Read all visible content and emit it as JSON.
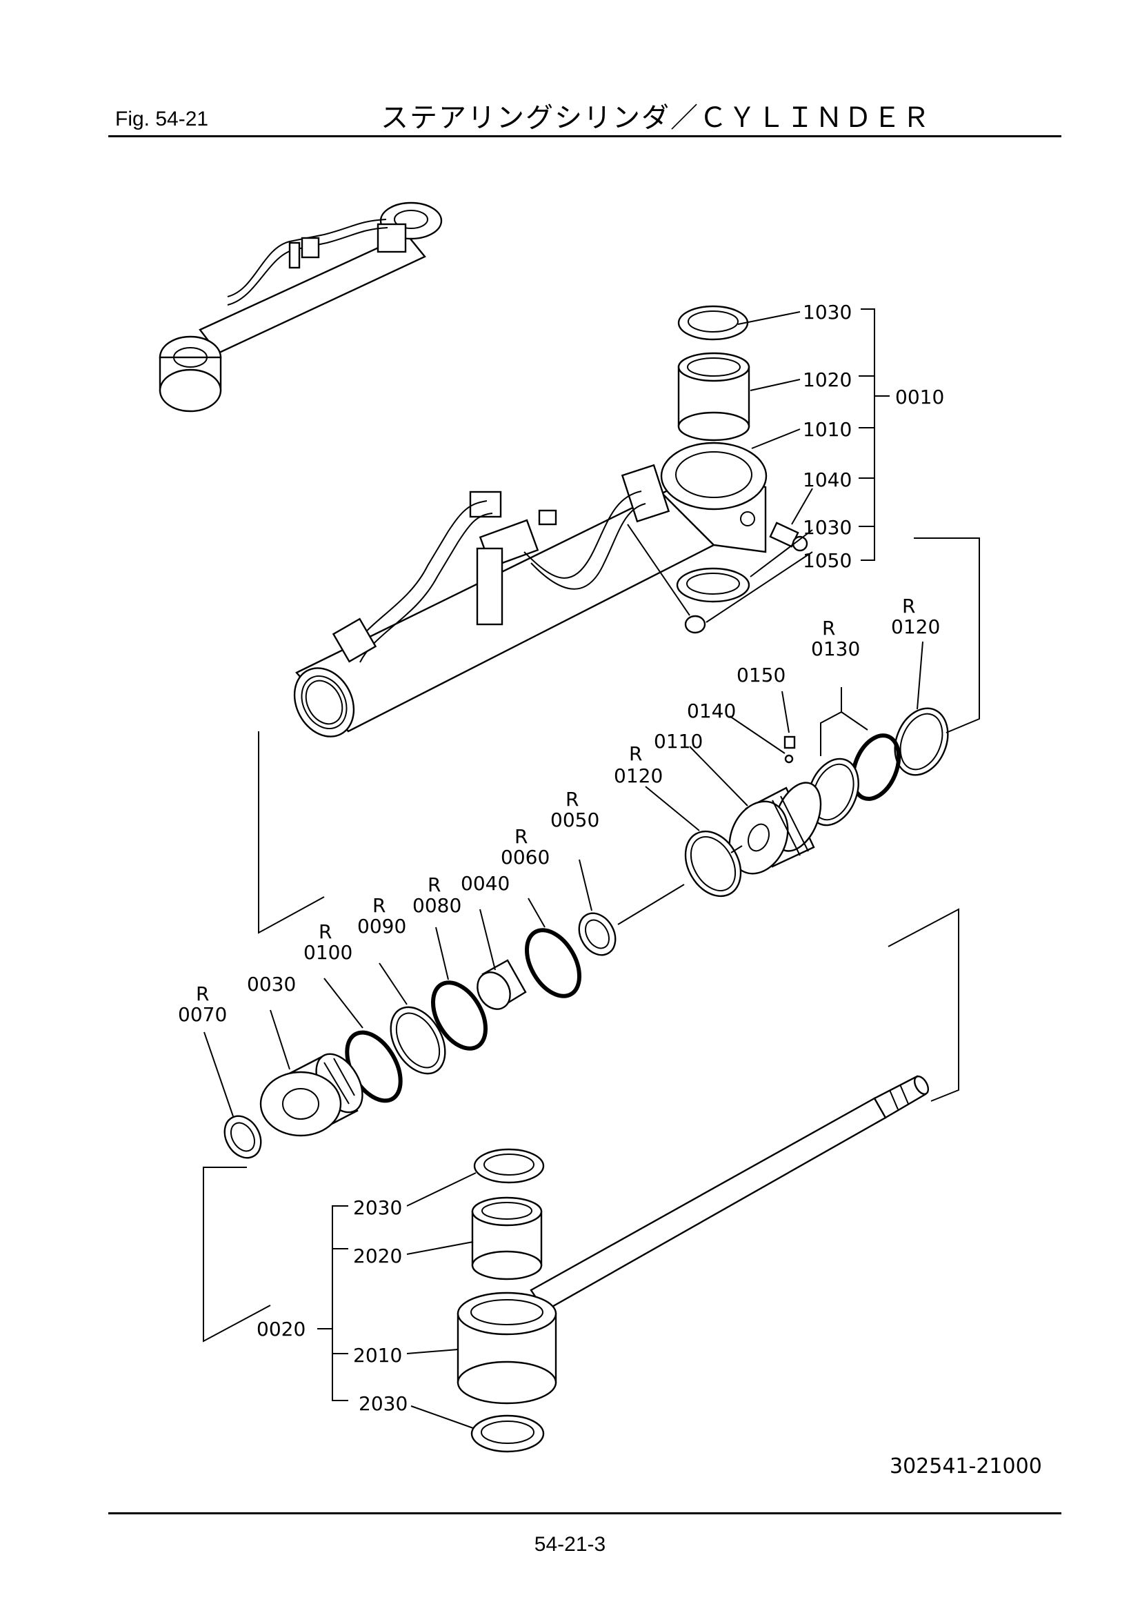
{
  "header": {
    "fig_label": "Fig. 54-21",
    "title": "ステアリングシリンダ／ＣＹＬＩＮＤＥＲ"
  },
  "drawing_number": "302541-21000",
  "page_number": "54-21-3",
  "labels": {
    "p1030a": "1030",
    "p1020": "1020",
    "p1010": "1010",
    "p1040": "1040",
    "p1030b": "1030",
    "p1050": "1050",
    "p0010": "0010",
    "p0120a": "0120",
    "p0130": "0130",
    "p0150": "0150",
    "p0140": "0140",
    "p0110": "0110",
    "p0120b": "0120",
    "p0050": "0050",
    "p0060": "0060",
    "p0040": "0040",
    "p0080": "0080",
    "p0090": "0090",
    "p0100": "0100",
    "p0030": "0030",
    "p0070": "0070",
    "p2030a": "2030",
    "p2020": "2020",
    "p0020": "0020",
    "p2010": "2010",
    "p2030b": "2030",
    "r_marker": "R"
  }
}
